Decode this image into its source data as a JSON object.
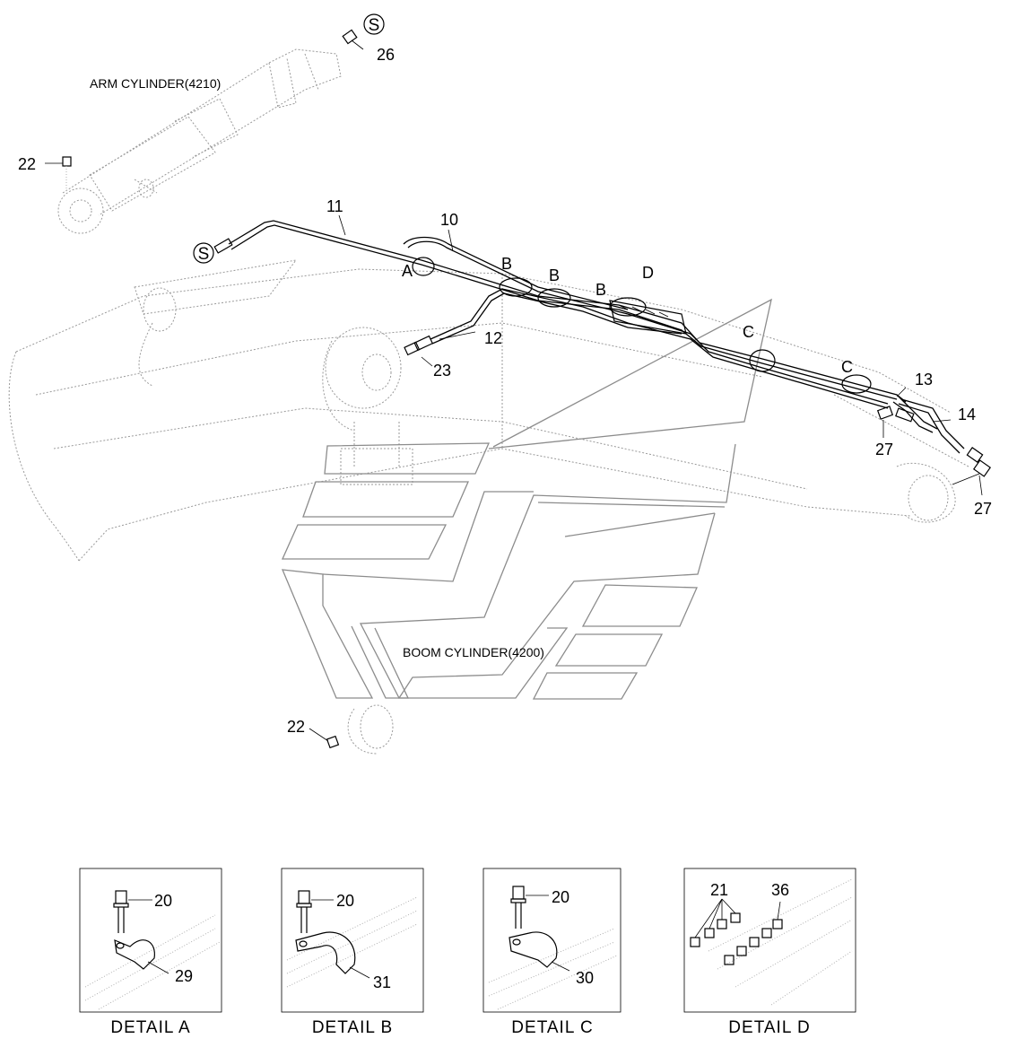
{
  "labels": {
    "arm_cylinder": "ARM CYLINDER(4210)",
    "boom_cylinder": "BOOM CYLINDER(4200)",
    "s_mark": "S",
    "part_10": "10",
    "part_11": "11",
    "part_12": "12",
    "part_13": "13",
    "part_14": "14",
    "part_22": "22",
    "part_23": "23",
    "part_26": "26",
    "part_27": "27",
    "ref_a": "A",
    "ref_b": "B",
    "ref_c": "C",
    "ref_d": "D"
  },
  "details": {
    "a": {
      "caption": "DETAIL  A",
      "bolt": "20",
      "clamp": "29"
    },
    "b": {
      "caption": "DETAIL  B",
      "bolt": "20",
      "clamp": "31"
    },
    "c": {
      "caption": "DETAIL  C",
      "bolt": "20",
      "clamp": "30"
    },
    "d": {
      "caption": "DETAIL  D",
      "fitting_left": "21",
      "fitting_right": "36"
    }
  }
}
